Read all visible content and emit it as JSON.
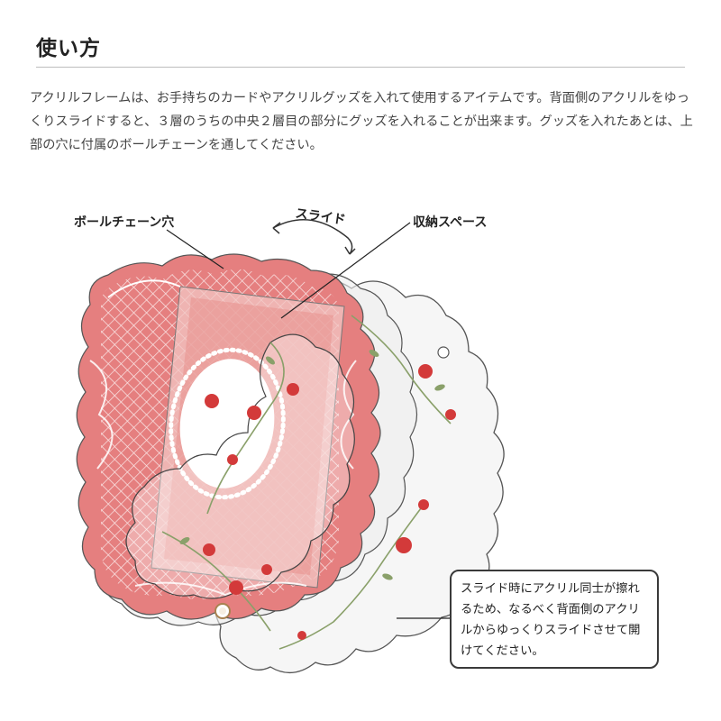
{
  "section": {
    "title": "使い方",
    "description": "アクリルフレームは、お手持ちのカードやアクリルグッズを入れて使用するアイテムです。背面側のアクリルをゆっくりスライドすると、３層のうちの中央２層目の部分にグッズを入れることが出来ます。グッズを入れたあとは、上部の穴に付属のボールチェーンを通してください。"
  },
  "diagram": {
    "label_hole": "ボールチェーン穴",
    "label_slide": "スライド",
    "label_space": "収納スペース",
    "note": "スライド時にアクリル同士が擦れるため、なるべく背面側のアクリルからゆっくりスライドさせて開けてください。"
  },
  "colors": {
    "accent_pink": "#e57f7f",
    "pale_pink": "#f2c6c3",
    "rose_red": "#d33a3a",
    "leaf_green": "#8aa06a",
    "text": "#222222"
  }
}
